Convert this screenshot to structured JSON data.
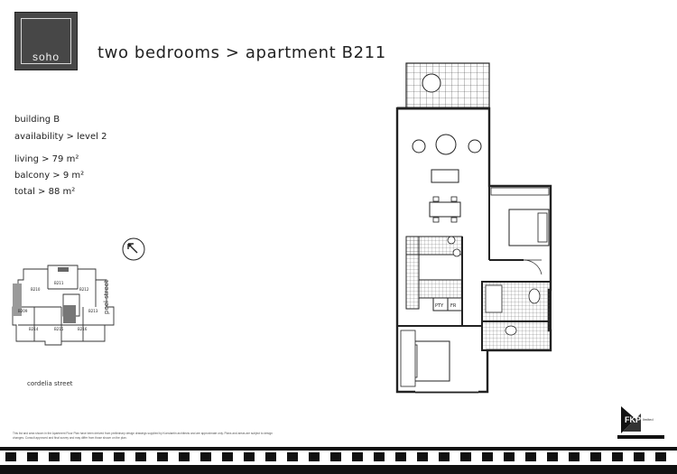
{
  "logo": {
    "text": "soho"
  },
  "title": "two bedrooms > apartment B211",
  "details": {
    "building": "building B",
    "availability": "availability > level 2",
    "living": "living > 79 m²",
    "balcony": "balcony > 9 m²",
    "total": "total > 88 m²"
  },
  "key_plan": {
    "units": [
      "B210",
      "B211",
      "B212",
      "B213",
      "B214",
      "B215",
      "B216",
      "B209"
    ],
    "street_bottom": "cordelia street",
    "street_right": "peel street"
  },
  "floor_plan": {
    "labels": [
      "PTY",
      "FR"
    ]
  },
  "disclaimer": "This list and area shown in the Apartment Floor Plan have been derived from preliminary design drawings supplied by Konstantin architects and are approximate only. Plans and areas are subject to design changes. Consult approved and final survey and may differ from those shown on the plan.",
  "developer": {
    "logo_text": "FKP",
    "sub_text": "limited"
  },
  "icons": {
    "north": "north-arrow-icon"
  }
}
